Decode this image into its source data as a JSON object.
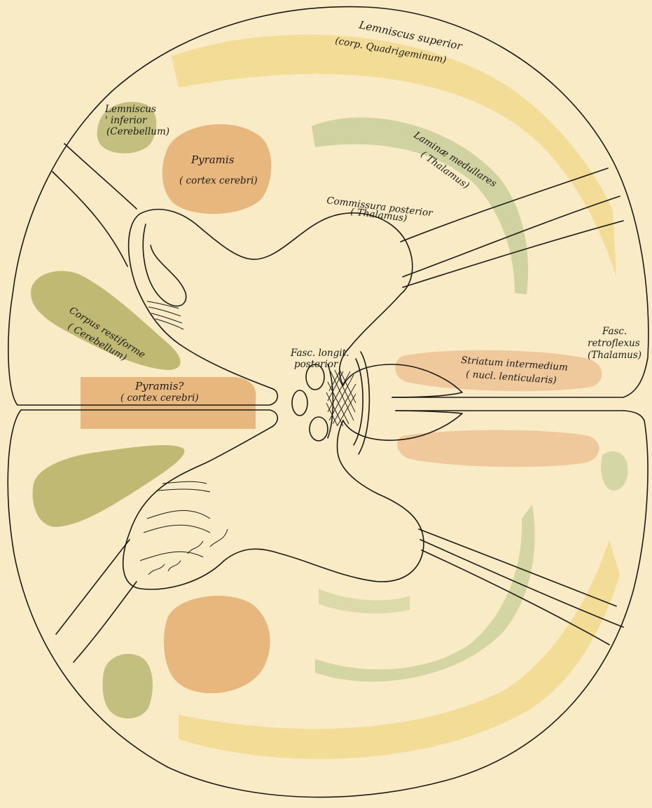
{
  "colors": {
    "background": "#f8ebc5",
    "outline": "#1c1a16",
    "yellow_region": "#f2d98c",
    "green_region": "#c9cf9a",
    "olive_region": "#b8b46a",
    "orange_region": "#e7b47a",
    "peach_region": "#edc497"
  },
  "labels": {
    "lemniscus_superior": "Lemniscus superior",
    "corp_quadrigeminum": "(corp. Quadrigeminum)",
    "lemniscus_inferior_1": "Lemniscus",
    "lemniscus_inferior_2": "' inferior",
    "lemniscus_inferior_3": "(Cerebellum)",
    "pyramis_1": "Pyramis",
    "pyramis_2": "( cortex cerebri)",
    "laminae_1": "Laminæ medullares",
    "laminae_2": "( Thalamus)",
    "commissura_1": "Commissura posterior",
    "commissura_2": "( Thalamus)",
    "corpus_restiforme_1": "Corpus restiforme",
    "corpus_restiforme_2": "( Cerebellum)",
    "fasc_longit_1": "Fasc. longit.",
    "fasc_longit_2": "posterior",
    "striatum_1": "Striatum intermedium",
    "striatum_2": "( nucl. lenticularis)",
    "fasc_retroflexus_1": "Fasc.",
    "fasc_retroflexus_2": "retroflexus",
    "fasc_retroflexus_3": "(Thalamus)",
    "pyramis_q_1": "Pyramis?",
    "pyramis_q_2": "( cortex cerebri)"
  }
}
